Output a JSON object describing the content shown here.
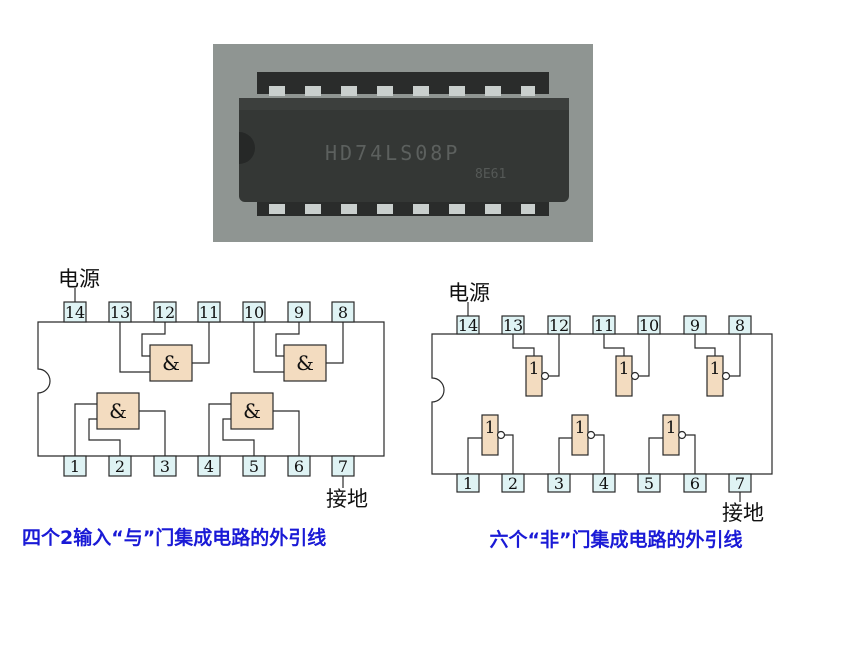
{
  "photo": {
    "chip_marking": "HD74LS08P",
    "chip_code": "8E61"
  },
  "and_diagram": {
    "power_label": "电源",
    "ground_label": "接地",
    "top_pins": [
      "14",
      "13",
      "12",
      "11",
      "10",
      "9",
      "8"
    ],
    "bottom_pins": [
      "1",
      "2",
      "3",
      "4",
      "5",
      "6",
      "7"
    ],
    "gate_symbol": "&"
  },
  "not_diagram": {
    "power_label": "电源",
    "ground_label": "接地",
    "top_pins": [
      "14",
      "13",
      "12",
      "11",
      "10",
      "9",
      "8"
    ],
    "bottom_pins": [
      "1",
      "2",
      "3",
      "4",
      "5",
      "6",
      "7"
    ],
    "gate_symbol": "1"
  },
  "captions": {
    "and": "四个2输入“与”门集成电路的外引线",
    "not": "六个“非”门集成电路的外引线"
  },
  "colors": {
    "caption": "#1a1ad6",
    "pin_fill": "#dff3f4",
    "gate_fill": "#f3dcc0"
  }
}
